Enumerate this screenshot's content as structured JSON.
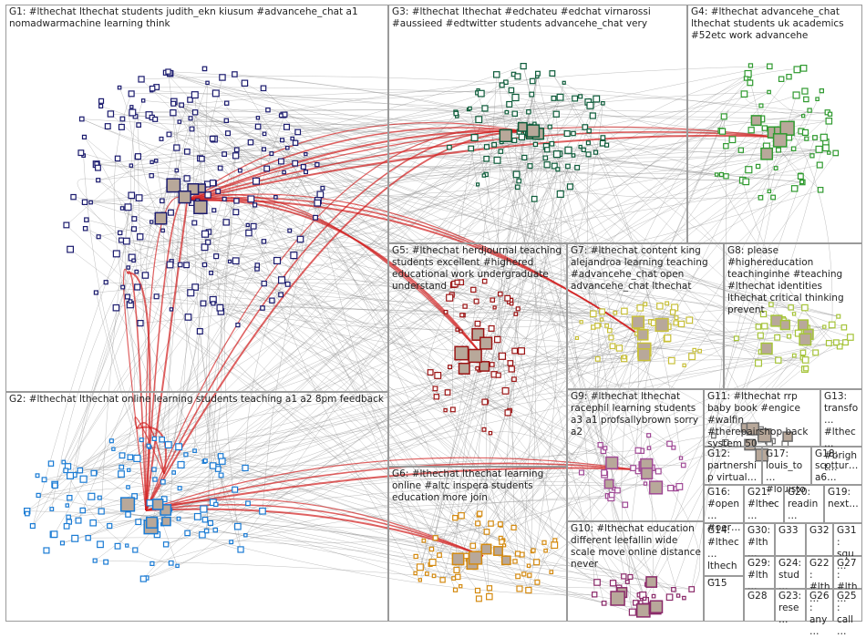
{
  "figure": {
    "background": "#ffffff",
    "edge_color": "#8a8a8a",
    "highlight_edge_color": "#d21e1e"
  },
  "groups": [
    {
      "id": "G1",
      "label": "G1: #lthechat lthechat students judith_ekn kiusum #advancehe_chat a1 nomadwarmachine learning think",
      "color": "#1b1b6e"
    },
    {
      "id": "G2",
      "label": "G2: #lthechat lthechat online learning students teaching a1 a2 8pm feedback",
      "color": "#1a7bd4"
    },
    {
      "id": "G3",
      "label": "G3: #lthechat lthechat #edchateu #edchat virnarossi #aussieed #edtwitter students advancehe_chat very",
      "color": "#0d5c3a"
    },
    {
      "id": "G4",
      "label": "G4: #lthechat advancehe_chat lthechat students uk academics #52etc work advancehe",
      "color": "#2f9a2f"
    },
    {
      "id": "G5",
      "label": "G5: #lthechat herdjournal teaching students excellent #highered educational work undergraduate understand",
      "color": "#9b1414"
    },
    {
      "id": "G6",
      "label": "G6: #lthechat lthechat learning online #altc inspera students education more join",
      "color": "#d48a10"
    },
    {
      "id": "G7",
      "label": "G7: #lthechat content king alejandroa learning teaching #advancehe_chat open advancehe_chat lthechat",
      "color": "#c8c03a"
    },
    {
      "id": "G8",
      "label": "G8: please #highereducation teachinginhe #teaching #lthechat identities lthechat critical thinking prevent",
      "color": "#a6c43a"
    },
    {
      "id": "G9",
      "label": "G9: #lthechat lthechat racephil learning students a3 a1 profsallybrown sorry a2",
      "color": "#a04a96"
    },
    {
      "id": "G10",
      "label": "G10: #lthechat education different leefallin wide scale move online distance never",
      "color": "#8a2a6a"
    },
    {
      "id": "G11",
      "label": "G11: #lthechat rrp baby book #engice #walfin #therepairshop back system 50",
      "color": "#6a6a6a"
    },
    {
      "id": "G12",
      "label": "G12: partnership virtual…",
      "color": "#5a5aa0"
    },
    {
      "id": "G13",
      "label": "G13: transfo… #lthec… #bright…",
      "color": "#5a5aa0"
    },
    {
      "id": "G14",
      "label": "G14: #lthec… lthech…",
      "color": "#5a5aa0"
    },
    {
      "id": "G15",
      "label": "G15",
      "color": "#3a3a8a"
    },
    {
      "id": "G16",
      "label": "G16: #open… #oer…",
      "color": "#5a5aa0"
    },
    {
      "id": "G17",
      "label": "G17: louis_to… #louisto…",
      "color": "#5a5aa0"
    },
    {
      "id": "G18",
      "label": "G18: scottur… a6…",
      "color": "#5a5aa0"
    },
    {
      "id": "G19",
      "label": "G19: next…",
      "color": "#5a5aa0"
    },
    {
      "id": "G20",
      "label": "G20: readin…",
      "color": "#5a5aa0"
    },
    {
      "id": "G21",
      "label": "G21: #lthec…",
      "color": "#5a5aa0"
    },
    {
      "id": "G22",
      "label": "G22: #lth…",
      "color": "#5a5aa0"
    },
    {
      "id": "G23",
      "label": "G23: rese…",
      "color": "#5a5aa0"
    },
    {
      "id": "G24",
      "label": "G24: stud…",
      "color": "#5a5aa0"
    },
    {
      "id": "G25",
      "label": "G25: call…",
      "color": "#5a5aa0"
    },
    {
      "id": "G26",
      "label": "G26: any…",
      "color": "#5a5aa0"
    },
    {
      "id": "G27",
      "label": "G27: #lth…",
      "color": "#5a5aa0"
    },
    {
      "id": "G28",
      "label": "G28",
      "color": "#5a5aa0"
    },
    {
      "id": "G29",
      "label": "G29: #lth…",
      "color": "#5a5aa0"
    },
    {
      "id": "G30",
      "label": "G30: #lth…",
      "color": "#5a5aa0"
    },
    {
      "id": "G31",
      "label": "G31: squ…",
      "color": "#5a5aa0"
    },
    {
      "id": "G32",
      "label": "G32",
      "color": "#5a5aa0"
    },
    {
      "id": "G33",
      "label": "G33",
      "color": "#5a5aa0"
    }
  ]
}
